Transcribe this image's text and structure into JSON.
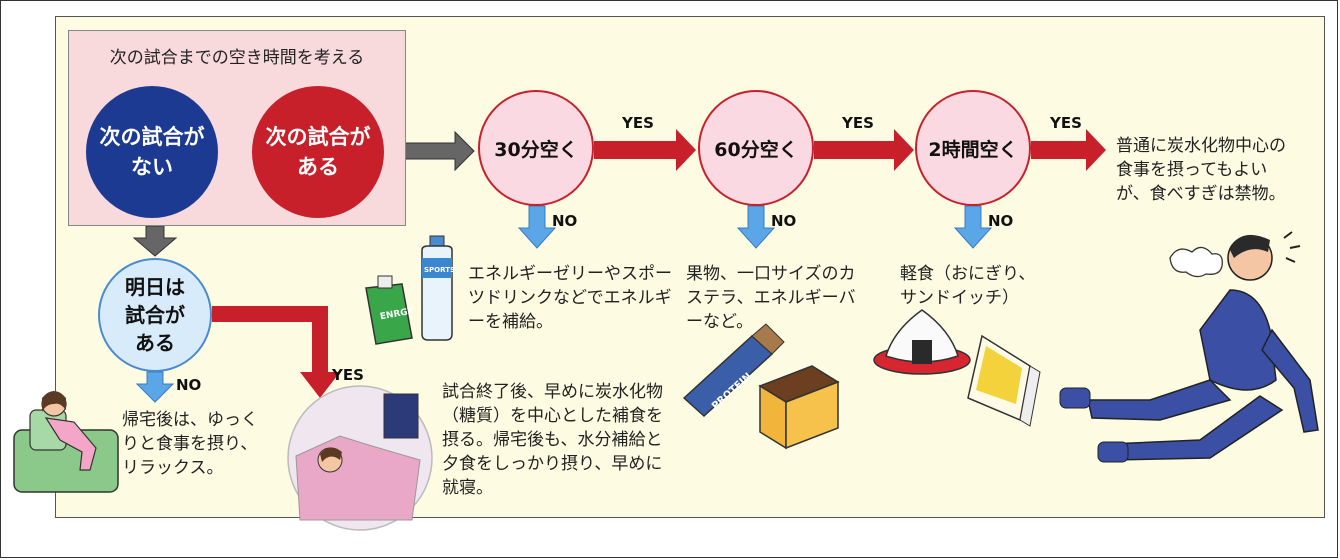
{
  "header": {
    "title": "次の試合までの空き時間を考える"
  },
  "circles": {
    "no_match": "次の試合が\nない",
    "has_match": "次の試合が\nある",
    "tomorrow": "明日は\n試合が\nある"
  },
  "steps": [
    {
      "label": "30分空く"
    },
    {
      "label": "60分空く"
    },
    {
      "label": "2時間空く"
    }
  ],
  "labels": {
    "yes": "YES",
    "no": "NO"
  },
  "texts": {
    "final": "普通に炭水化物中心の食事を摂ってもよいが、食べすぎは禁物。",
    "step30_no": "エネルギーゼリーやスポーツドリンクなどでエネルギーを補給。",
    "step60_no": "果物、一口サイズのカステラ、エネルギーバーなど。",
    "step2h_no": "軽食（おにぎり、サンドイッチ）",
    "tomorrow_no": "帰宅後は、ゆっくりと食事を摂り、リラックス。",
    "tomorrow_yes": "試合終了後、早めに炭水化物（糖質）を中心とした補食を摂る。帰宅後も、水分補給と夕食をしっかり摂り、早めに就寝。"
  },
  "illustration_text": {
    "sports_bottle": "SPORTS",
    "energy_pack": "ENRGY",
    "protein_bar": "PROTEIN"
  },
  "colors": {
    "red": "#c8202a",
    "navy": "#1d3a93",
    "gray_arrow": "#666666",
    "blue_arrow": "#5aa6e6",
    "panel_bg": "#fdfce3",
    "pink_box": "#f8d9dc",
    "step_circle": "#fbd9e2",
    "tomorrow_circle": "#d8ebfa"
  }
}
